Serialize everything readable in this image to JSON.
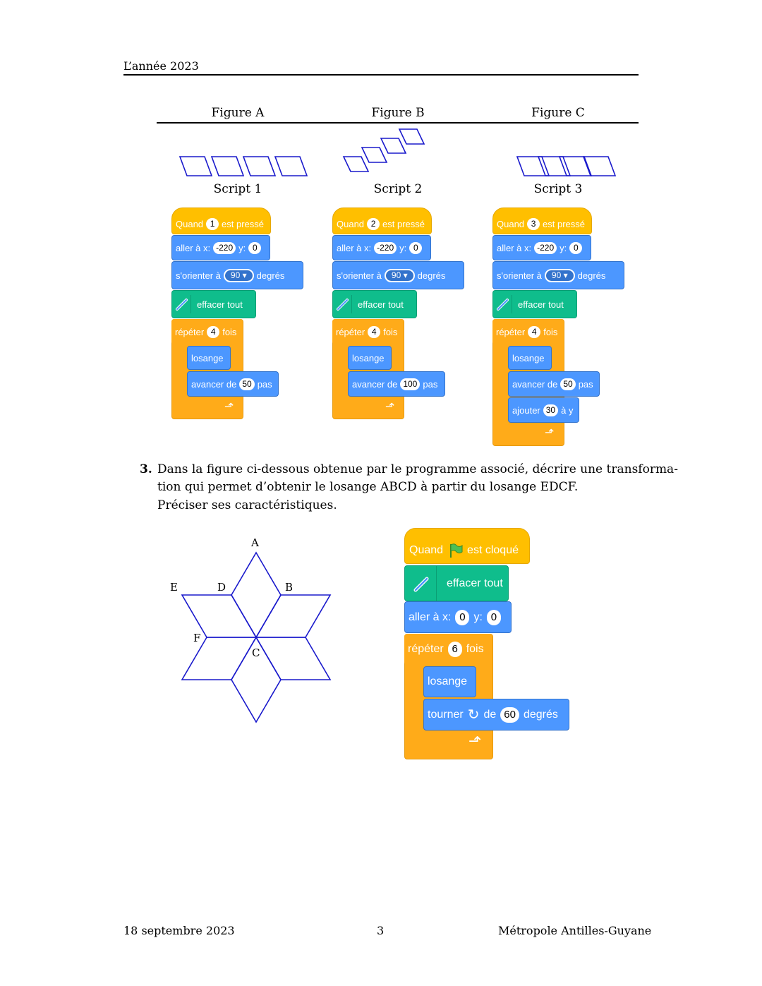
{
  "header": {
    "title": "L’année 2023"
  },
  "figures": {
    "a": "Figure A",
    "b": "Figure B",
    "c": "Figure C"
  },
  "scripts": {
    "s1": {
      "label": "Script 1",
      "key": "1",
      "x": "-220",
      "y": "0",
      "dir": "90",
      "reps": "4",
      "move": "50"
    },
    "s2": {
      "label": "Script 2",
      "key": "2",
      "x": "-220",
      "y": "0",
      "dir": "90",
      "reps": "4",
      "move": "100"
    },
    "s3": {
      "label": "Script 3",
      "key": "3",
      "x": "-220",
      "y": "0",
      "dir": "90",
      "reps": "4",
      "move": "50",
      "add": "30"
    }
  },
  "blocks": {
    "when": "Quand",
    "pressed": "est pressé",
    "goto": "aller à x:",
    "y": "y:",
    "point": "s'orienter à",
    "degrees": "degrés",
    "clear": "effacer tout",
    "repeat": "répéter",
    "times": "fois",
    "losange": "losange",
    "move": "avancer de",
    "steps": "pas",
    "add": "ajouter",
    "toy": "à y"
  },
  "question": {
    "number": "3.",
    "line1": "Dans la figure ci-dessous obtenue par le programme associé, décrire une transforma-",
    "line2": "tion qui permet d’obtenir le losange ABCD à partir du losange EDCF.",
    "line3": "Préciser ses caractéristiques."
  },
  "star": {
    "A": "A",
    "B": "B",
    "C": "C",
    "D": "D",
    "E": "E",
    "F": "F"
  },
  "program": {
    "when": "Quand",
    "clicked": "est cloqué",
    "clear": "effacer tout",
    "goto": "aller à x:",
    "x": "0",
    "y_label": "y:",
    "y": "0",
    "repeat": "répéter",
    "reps": "6",
    "times": "fois",
    "losange": "losange",
    "turn": "tourner",
    "of": "de",
    "angle": "60",
    "degrees": "degrés"
  },
  "footer": {
    "date": "18 septembre 2023",
    "page": "3",
    "place": "Métropole Antilles-Guyane"
  },
  "colors": {
    "events": "#ffbf00",
    "motion": "#4c97ff",
    "pen": "#0fbd8c",
    "control": "#ffab19",
    "figure": "#1a1acc"
  }
}
